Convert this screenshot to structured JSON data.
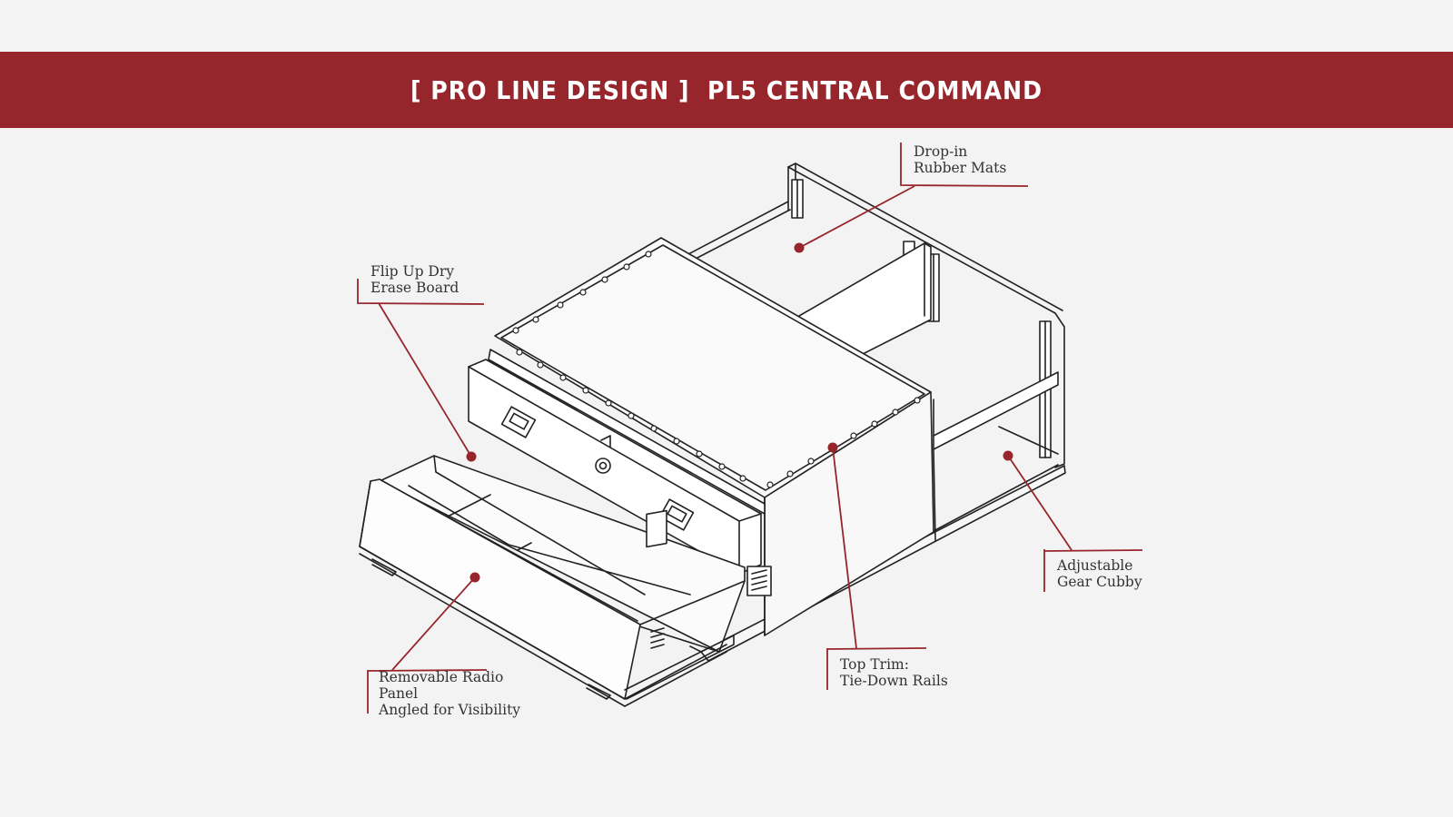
{
  "banner": {
    "title": "[ PRO LINE DESIGN ]  PL5 CENTRAL COMMAND",
    "background": "#96262c"
  },
  "accent_color": "#96262c",
  "callouts": [
    {
      "id": "drop-in-mats",
      "lines": [
        "Drop-in",
        "Rubber Mats"
      ]
    },
    {
      "id": "erase-board",
      "lines": [
        "Flip Up Dry",
        "Erase Board"
      ]
    },
    {
      "id": "gear-cubby",
      "lines": [
        "Adjustable",
        "Gear Cubby"
      ]
    },
    {
      "id": "top-trim",
      "lines": [
        "Top Trim:",
        "Tie-Down Rails"
      ]
    },
    {
      "id": "radio-panel",
      "lines": [
        "Removable Radio",
        "Panel",
        "Angled for Visibility"
      ]
    }
  ]
}
